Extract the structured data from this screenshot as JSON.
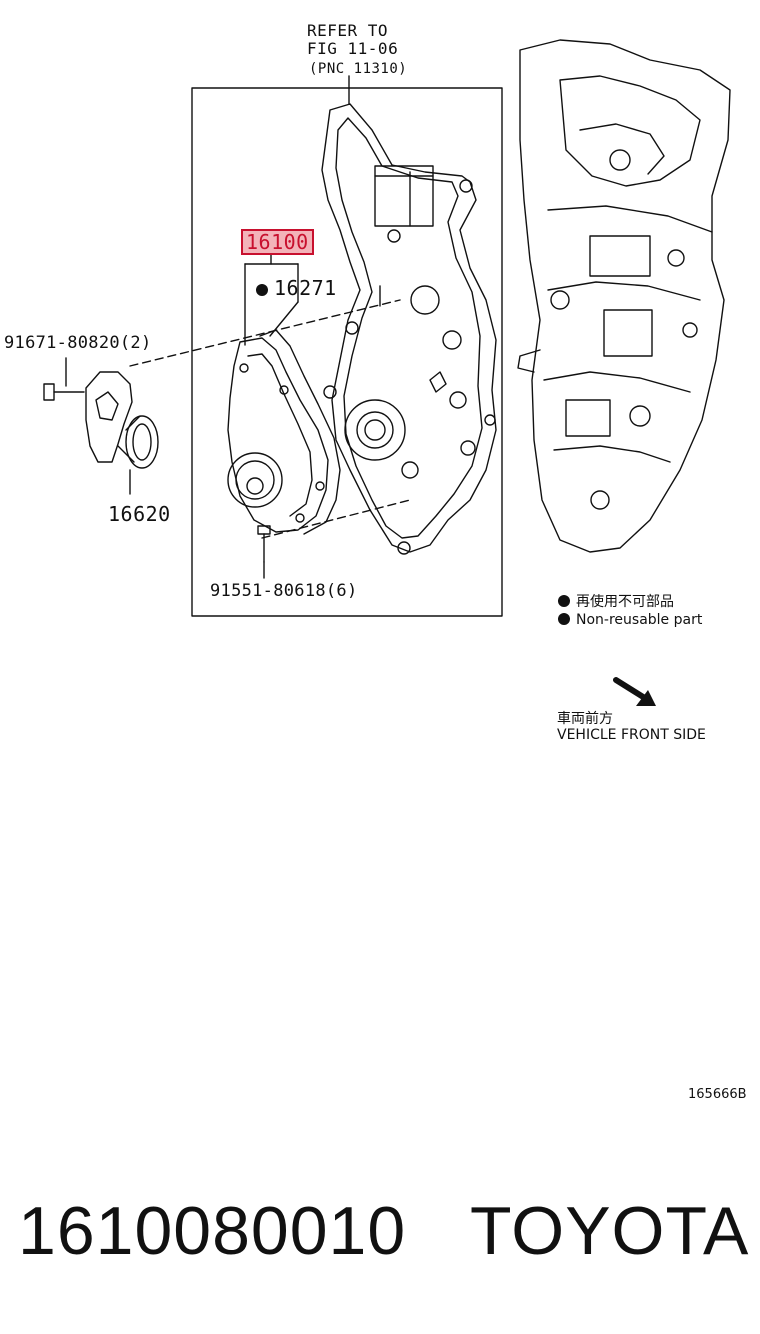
{
  "diagram": {
    "refer": {
      "line1": "REFER TO",
      "line2": "FIG 11-06",
      "line3": "(PNC 11310)"
    },
    "parts": {
      "main": "16100",
      "gasket": "16271",
      "tensioner_bolt": "91671-80820(2)",
      "tensioner": "16620",
      "pump_bolt": "91551-80618(6)"
    },
    "legend": {
      "jp": "再使用不可部品",
      "en": "Non-reusable part"
    },
    "direction": {
      "jp": "車両前方",
      "en": "VEHICLE FRONT SIDE"
    },
    "illustration_id": "165666B"
  },
  "footer": {
    "part_number": "1610080010",
    "brand": "TOYOTA"
  }
}
